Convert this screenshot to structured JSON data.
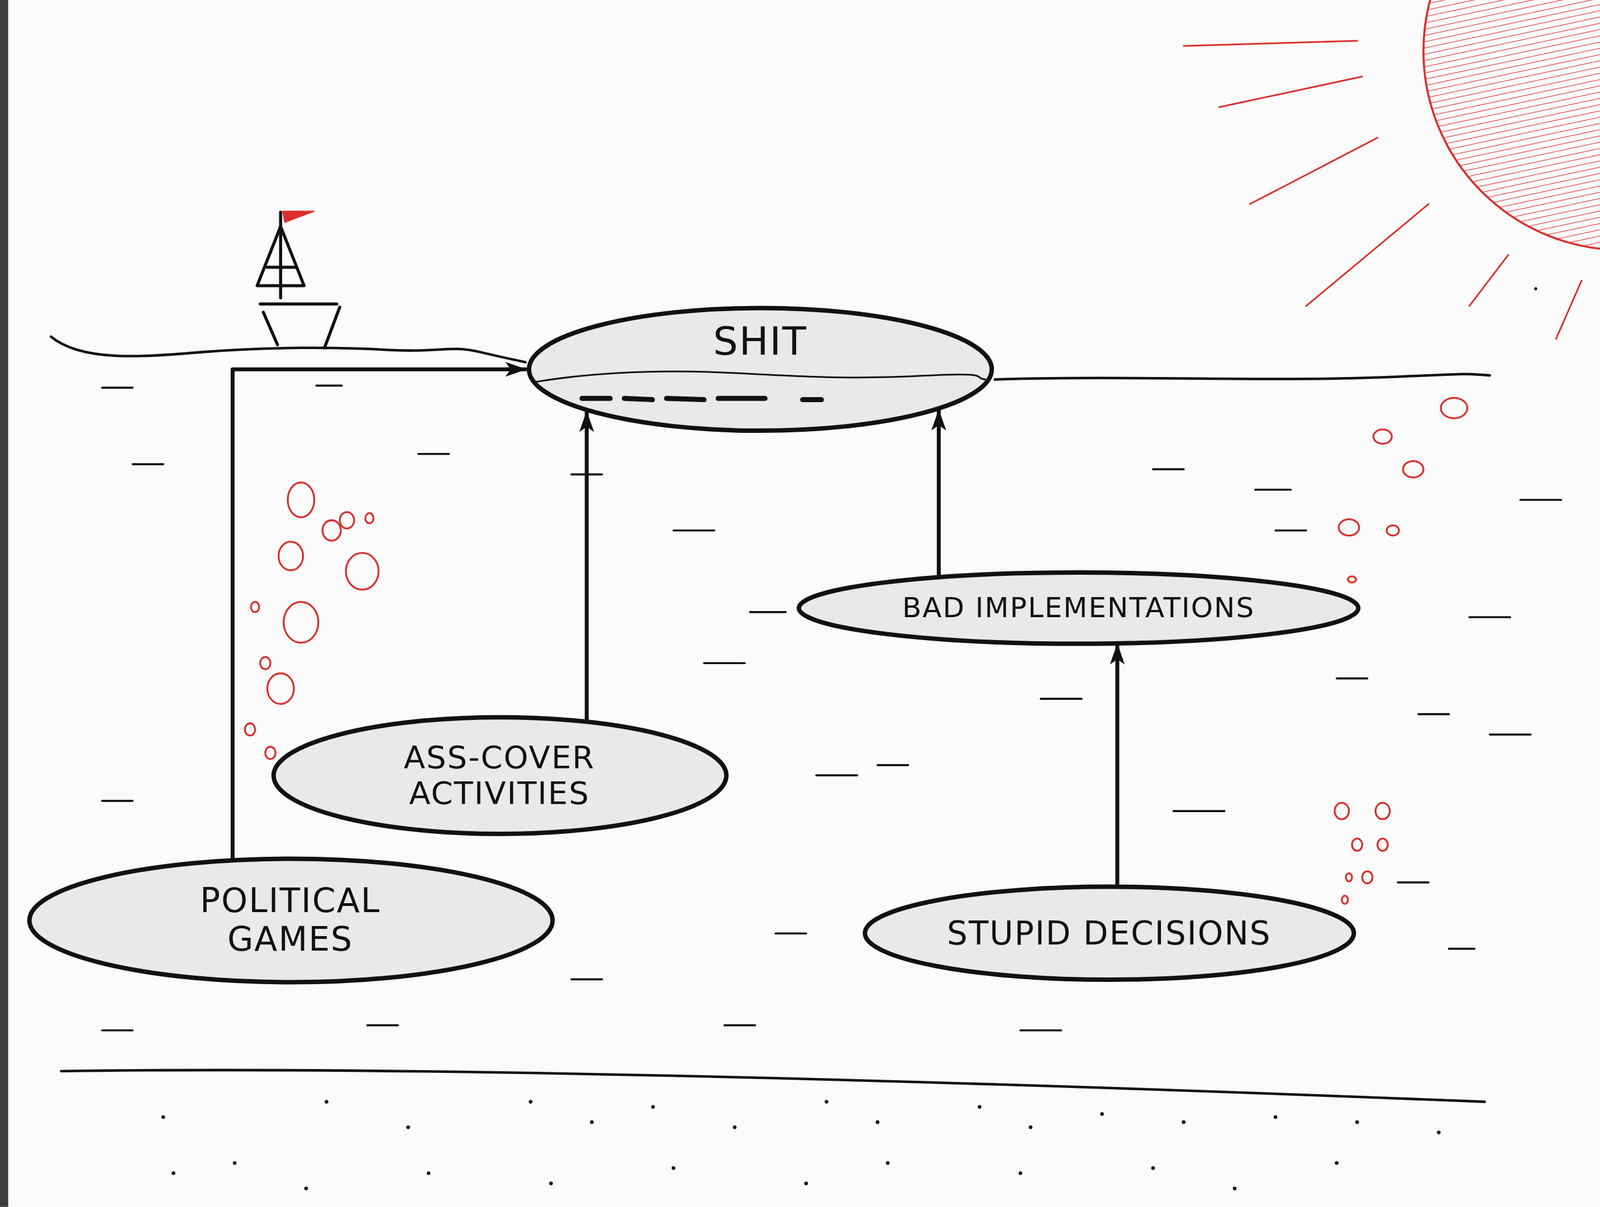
{
  "diagram": {
    "nodes": [
      {
        "text": [
          "SHIT"
        ]
      },
      {
        "text": [
          "BAD IMPLEMENTATIONS"
        ]
      },
      {
        "text": [
          "ASS-COVER ACTIVITIES"
        ]
      },
      {
        "text": [
          "POLITICAL GAMES"
        ]
      },
      {
        "text": [
          "STUPID DECISIONS"
        ]
      }
    ],
    "edges": [
      {
        "from": 1,
        "to": 0,
        "arrow": "to"
      },
      {
        "from": 2,
        "to": 0,
        "arrow": "to"
      },
      {
        "from": 3,
        "to": 0,
        "arrow": "to"
      },
      {
        "from": 4,
        "to": 1,
        "arrow": "to"
      }
    ]
  }
}
